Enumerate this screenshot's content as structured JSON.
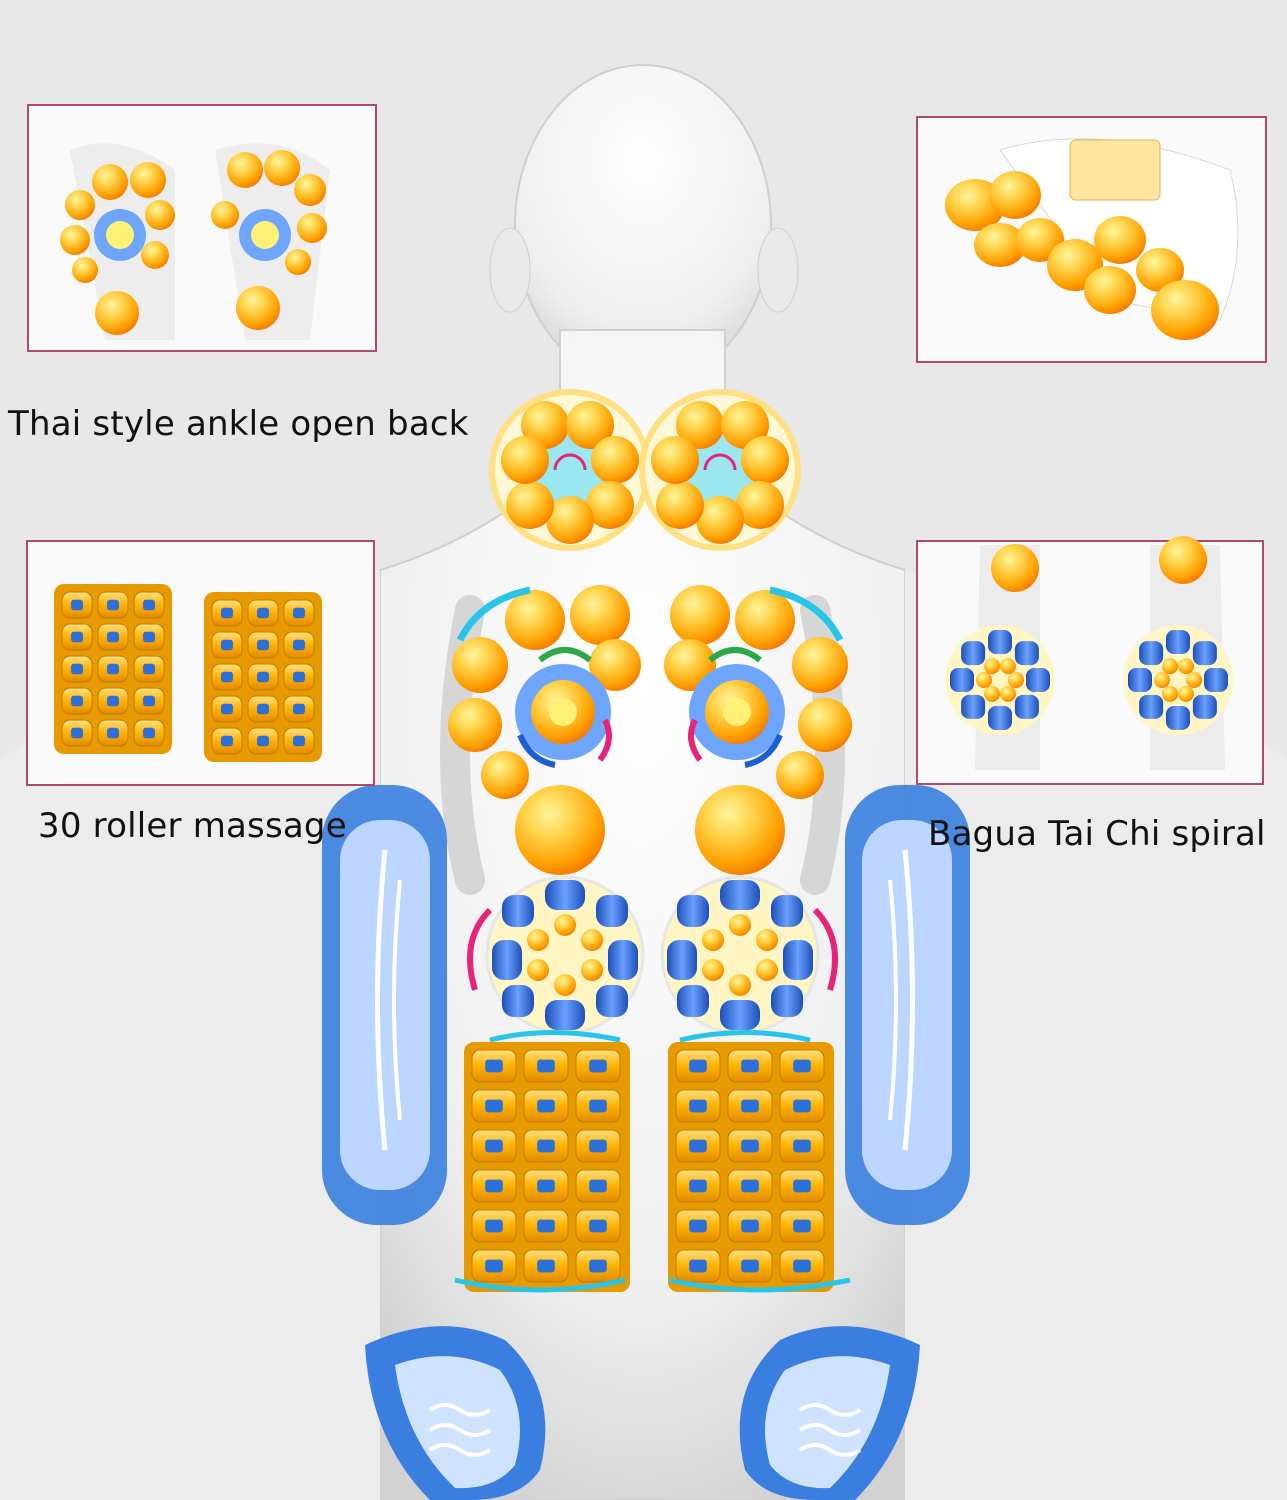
{
  "labels": {
    "thai": "Thai style ankle open back",
    "roller": "30 roller massage",
    "bagua": "Bagua Tai Chi spiral"
  },
  "colors": {
    "background": "#e8e8e8",
    "body": "#f6f6f6",
    "body_shade": "#d4d4d4",
    "ball": "#ffb300",
    "ball_light": "#fff176",
    "roller_blue": "#2f6fd8",
    "airbag_blue": "#3a7fe0",
    "airbag_light": "#cfe3ff",
    "panel_border": "#b04a6a",
    "arrow_cyan": "#29c5e8",
    "arrow_magenta": "#e8237a",
    "arrow_green": "#2aa84a",
    "arrow_blue": "#1e5fd0"
  }
}
